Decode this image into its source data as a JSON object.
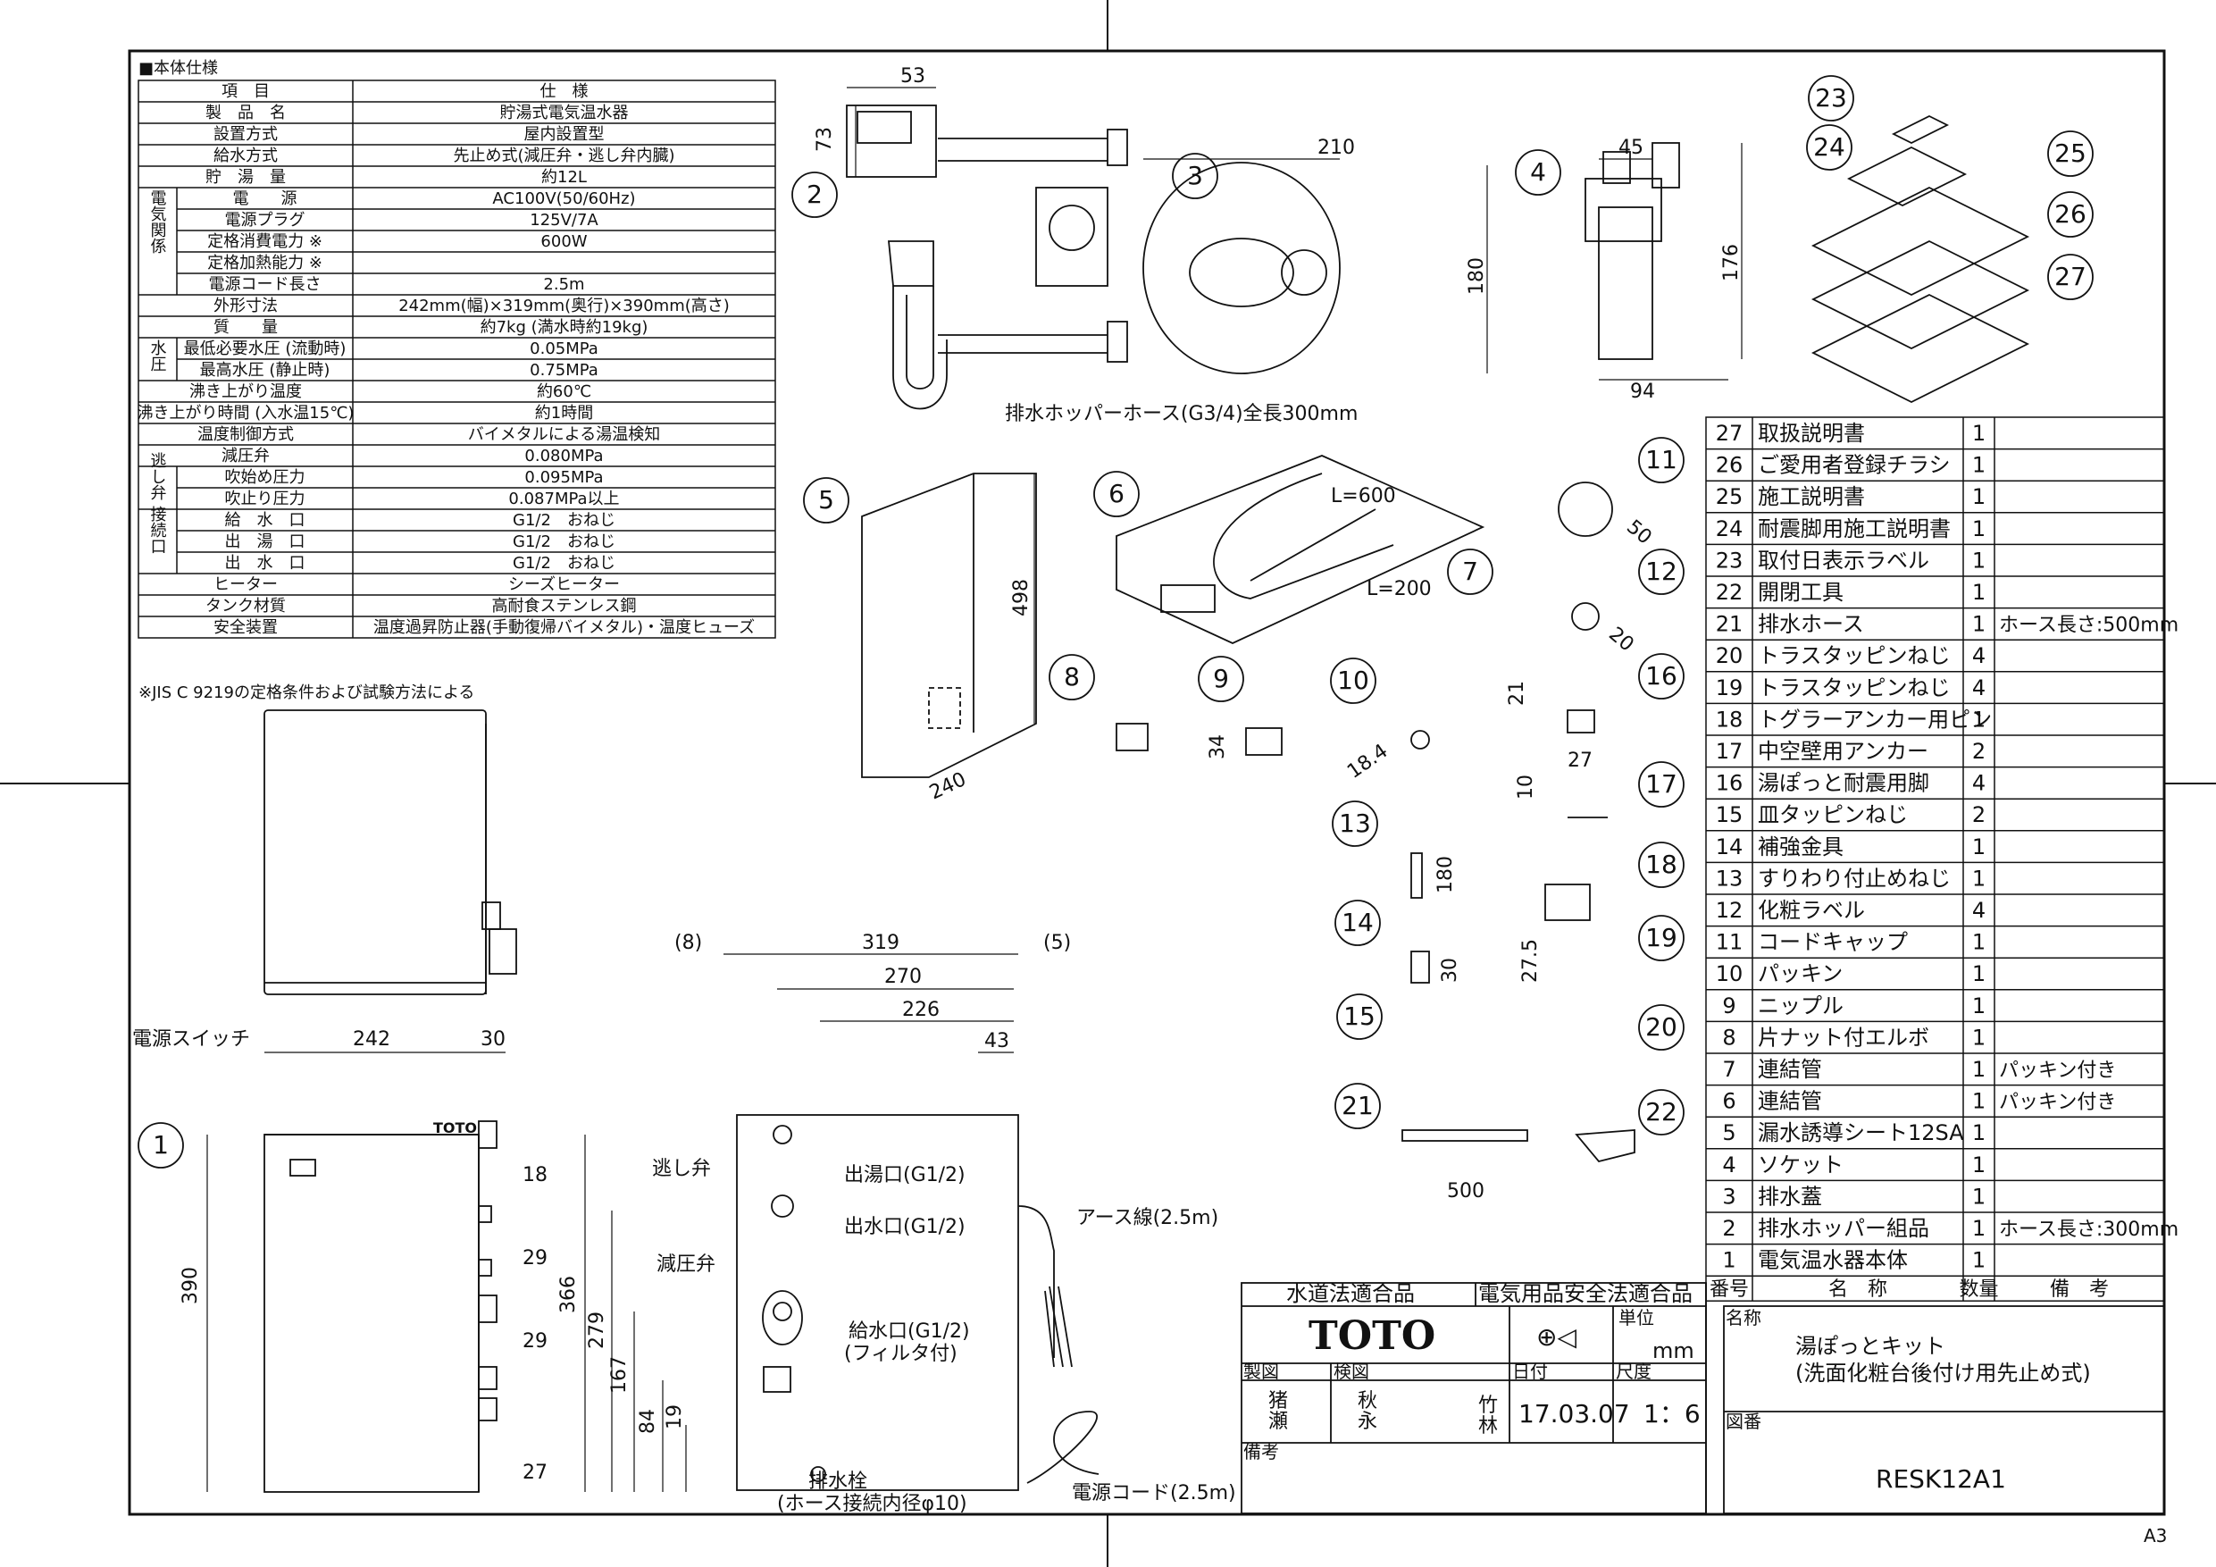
{
  "sheet": {
    "size_mark": "A3"
  },
  "spec_table": {
    "title": "■本体仕様",
    "header": [
      "項　目",
      "仕　様"
    ],
    "rows": [
      {
        "group": "",
        "item": "製　品　名",
        "value": "貯湯式電気温水器"
      },
      {
        "group": "",
        "item": "設置方式",
        "value": "屋内設置型"
      },
      {
        "group": "",
        "item": "給水方式",
        "value": "先止め式(減圧弁・逃し弁内臓)"
      },
      {
        "group": "",
        "item": "貯　湯　量",
        "value": "約12L"
      },
      {
        "group": "電気関係",
        "item": "電　　源",
        "value": "AC100V(50/60Hz)"
      },
      {
        "group": "電気関係",
        "item": "電源プラグ",
        "value": "125V/7A"
      },
      {
        "group": "電気関係",
        "item": "定格消費電力 ※",
        "value": "600W"
      },
      {
        "group": "電気関係",
        "item": "定格加熱能力 ※",
        "value": ""
      },
      {
        "group": "電気関係",
        "item": "電源コード長さ",
        "value": "2.5m"
      },
      {
        "group": "",
        "item": "外形寸法",
        "value": "242mm(幅)×319mm(奥行)×390mm(高さ)"
      },
      {
        "group": "",
        "item": "質　　量",
        "value": "約7kg (満水時約19kg)"
      },
      {
        "group": "水圧",
        "item": "最低必要水圧 (流動時)",
        "value": "0.05MPa"
      },
      {
        "group": "水圧",
        "item": "最高水圧 (静止時)",
        "value": "0.75MPa"
      },
      {
        "group": "",
        "item": "沸き上がり温度",
        "value": "約60℃"
      },
      {
        "group": "",
        "item": "沸き上がり時間 (入水温15℃)",
        "value": "約1時間"
      },
      {
        "group": "",
        "item": "温度制御方式",
        "value": "バイメタルによる湯温検知"
      },
      {
        "group": "",
        "item": "減圧弁",
        "value": "0.080MPa"
      },
      {
        "group": "逃し弁",
        "item": "吹始め圧力",
        "value": "0.095MPa"
      },
      {
        "group": "逃し弁",
        "item": "吹止り圧力",
        "value": "0.087MPa以上"
      },
      {
        "group": "接続口",
        "item": "給　水　口",
        "value": "G1/2　おねじ"
      },
      {
        "group": "接続口",
        "item": "出　湯　口",
        "value": "G1/2　おねじ"
      },
      {
        "group": "接続口",
        "item": "出　水　口",
        "value": "G1/2　おねじ"
      },
      {
        "group": "",
        "item": "ヒーター",
        "value": "シーズヒーター"
      },
      {
        "group": "",
        "item": "タンク材質",
        "value": "高耐食ステンレス鋼"
      },
      {
        "group": "",
        "item": "安全装置",
        "value": "温度過昇防止器(手動復帰バイメタル)・温度ヒューズ"
      }
    ],
    "group_labels": {
      "elec": "電気関係",
      "water": "水圧",
      "relief": "逃し弁",
      "conn": "接続口"
    },
    "footnote": "※JIS C 9219の定格条件および試験方法による"
  },
  "parts_list": {
    "header": {
      "no": "番号",
      "name": "名　称",
      "qty": "数量",
      "note": "備　考"
    },
    "rows": [
      {
        "no": "27",
        "name": "取扱説明書",
        "qty": "1",
        "note": ""
      },
      {
        "no": "26",
        "name": "ご愛用者登録チラシ",
        "qty": "1",
        "note": ""
      },
      {
        "no": "25",
        "name": "施工説明書",
        "qty": "1",
        "note": ""
      },
      {
        "no": "24",
        "name": "耐震脚用施工説明書",
        "qty": "1",
        "note": ""
      },
      {
        "no": "23",
        "name": "取付日表示ラベル",
        "qty": "1",
        "note": ""
      },
      {
        "no": "22",
        "name": "開閉工具",
        "qty": "1",
        "note": ""
      },
      {
        "no": "21",
        "name": "排水ホース",
        "qty": "1",
        "note": "ホース長さ:500mm"
      },
      {
        "no": "20",
        "name": "トラスタッピンねじ",
        "qty": "4",
        "note": ""
      },
      {
        "no": "19",
        "name": "トラスタッピンねじ",
        "qty": "4",
        "note": ""
      },
      {
        "no": "18",
        "name": "トグラーアンカー用ピン",
        "qty": "1",
        "note": ""
      },
      {
        "no": "17",
        "name": "中空壁用アンカー",
        "qty": "2",
        "note": ""
      },
      {
        "no": "16",
        "name": "湯ぽっと耐震用脚",
        "qty": "4",
        "note": ""
      },
      {
        "no": "15",
        "name": "皿タッピンねじ",
        "qty": "2",
        "note": ""
      },
      {
        "no": "14",
        "name": "補強金具",
        "qty": "1",
        "note": ""
      },
      {
        "no": "13",
        "name": "すりわり付止めねじ",
        "qty": "1",
        "note": ""
      },
      {
        "no": "12",
        "name": "化粧ラベル",
        "qty": "4",
        "note": ""
      },
      {
        "no": "11",
        "name": "コードキャップ",
        "qty": "1",
        "note": ""
      },
      {
        "no": "10",
        "name": "パッキン",
        "qty": "1",
        "note": ""
      },
      {
        "no": "9",
        "name": "ニップル",
        "qty": "1",
        "note": ""
      },
      {
        "no": "8",
        "name": "片ナット付エルボ",
        "qty": "1",
        "note": ""
      },
      {
        "no": "7",
        "name": "連結管",
        "qty": "1",
        "note": "パッキン付き"
      },
      {
        "no": "6",
        "name": "連結管",
        "qty": "1",
        "note": "パッキン付き"
      },
      {
        "no": "5",
        "name": "漏水誘導シート12SA",
        "qty": "1",
        "note": ""
      },
      {
        "no": "4",
        "name": "ソケット",
        "qty": "1",
        "note": ""
      },
      {
        "no": "3",
        "name": "排水蓋",
        "qty": "1",
        "note": ""
      },
      {
        "no": "2",
        "name": "排水ホッパー組品",
        "qty": "1",
        "note": "ホース長さ:300mm"
      },
      {
        "no": "1",
        "name": "電気温水器本体",
        "qty": "1",
        "note": ""
      }
    ]
  },
  "title_block": {
    "compliance_water": "水道法適合品",
    "compliance_elec": "電気用品安全法適合品",
    "brand": "TOTO",
    "unit_label": "単位",
    "unit_value": "mm",
    "name_label": "名称",
    "product_name_1": "湯ぽっとキット",
    "product_name_2": "(洗面化粧台後付け用先止め式)",
    "drawn_label": "製図",
    "checked_label": "検図",
    "drawn_1": "猪",
    "drawn_2": "瀬",
    "checked_1": "秋",
    "checked_2": "永",
    "approved_1": "竹",
    "approved_2": "林",
    "date_label": "日付",
    "date_value": "17.03.07",
    "scale_label": "尺度",
    "scale_value": "1：6",
    "drawing_no_label": "図番",
    "drawing_no": "RESK12A1",
    "remarks_label": "備考"
  },
  "drawing": {
    "callouts": [
      "1",
      "2",
      "3",
      "4",
      "5",
      "6",
      "7",
      "8",
      "9",
      "10",
      "11",
      "12",
      "13",
      "14",
      "15",
      "16",
      "17",
      "18",
      "19",
      "20",
      "21",
      "22",
      "23",
      "24",
      "25",
      "26",
      "27"
    ],
    "dims": {
      "d53": "53",
      "d73": "73",
      "d210": "210",
      "d180": "180",
      "d45": "45",
      "d176": "176",
      "d94": "94",
      "d498": "498",
      "d240": "240",
      "l600": "L=600",
      "l200": "L=200",
      "d34": "34",
      "d18_4": "18.4",
      "d50": "50",
      "d20": "20",
      "d21": "21",
      "d27": "27",
      "d10": "10",
      "d180b": "180",
      "d30": "30",
      "d27_5": "27.5",
      "d500": "500",
      "d8": "(8)",
      "d319": "319",
      "d5": "(5)",
      "d270": "270",
      "d226": "226",
      "d43": "43",
      "d242": "242",
      "d30b": "30",
      "d18": "18",
      "d29a": "29",
      "d29b": "29",
      "d27b": "27",
      "d390": "390",
      "d366": "366",
      "d279": "279",
      "d167": "167",
      "d84": "84",
      "d19": "19"
    },
    "labels": {
      "hopper_hose": "排水ホッパーホース(G3/4)全長300mm",
      "power_switch": "電源スイッチ",
      "relief_valve": "逃し弁",
      "hot_outlet": "出湯口(G1/2)",
      "water_outlet": "出水口(G1/2)",
      "reducing_valve": "減圧弁",
      "inlet": "給水口(G1/2)",
      "inlet_filter": "(フィルタ付)",
      "earth_wire": "アース線(2.5m)",
      "drain_plug": "排水栓",
      "drain_plug_note": "(ホース接続内径φ10)",
      "power_cord": "電源コード(2.5m)",
      "unit_brand": "TOTO"
    }
  }
}
